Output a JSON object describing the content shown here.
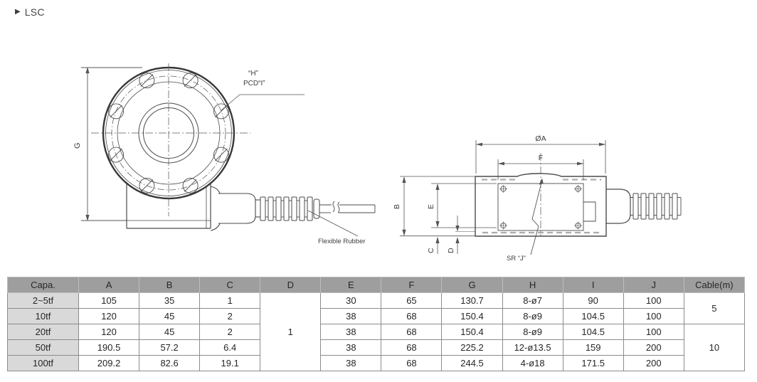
{
  "page": {
    "title": "LSC",
    "marker_icon": "▶"
  },
  "front_view": {
    "labels": {
      "g_dim": "G",
      "hole_callout_line1": "“H”",
      "hole_callout_line2": "PCD“I”",
      "flexible_rubber": "Flexible Rubber"
    }
  },
  "side_view": {
    "labels": {
      "dia_a_dim": "ØA",
      "f_dim": "F",
      "b_dim": "B",
      "e_dim": "E",
      "c_dim": "C",
      "d_dim": "D",
      "sr_j_callout": "SR “J”"
    }
  },
  "table": {
    "headers": [
      "Capa.",
      "A",
      "B",
      "C",
      "D",
      "E",
      "F",
      "G",
      "H",
      "I",
      "J",
      "Cable(m)"
    ],
    "rows": [
      [
        "2~5tf",
        "105",
        "35",
        "1",
        "30",
        "65",
        "130.7",
        "8-ø7",
        "90",
        "100"
      ],
      [
        "10tf",
        "120",
        "45",
        "2",
        "38",
        "68",
        "150.4",
        "8-ø9",
        "104.5",
        "100"
      ],
      [
        "20tf",
        "120",
        "45",
        "2",
        "38",
        "68",
        "150.4",
        "8-ø9",
        "104.5",
        "100"
      ],
      [
        "50tf",
        "190.5",
        "57.2",
        "6.4",
        "38",
        "68",
        "225.2",
        "12-ø13.5",
        "159",
        "200"
      ],
      [
        "100tf",
        "209.2",
        "82.6",
        "19.1",
        "38",
        "68",
        "244.5",
        "4-ø18",
        "171.5",
        "200"
      ]
    ],
    "merged_cells": {
      "d_value_all_rows": "1",
      "cable_value_rows_1_2": "5",
      "cable_value_rows_3_5": "10"
    }
  },
  "colors": {
    "header_bg": "#9e9e9e",
    "row_header_bg": "#d9d9d9",
    "line": "#4a4a4a",
    "text": "#2c2c2c"
  }
}
